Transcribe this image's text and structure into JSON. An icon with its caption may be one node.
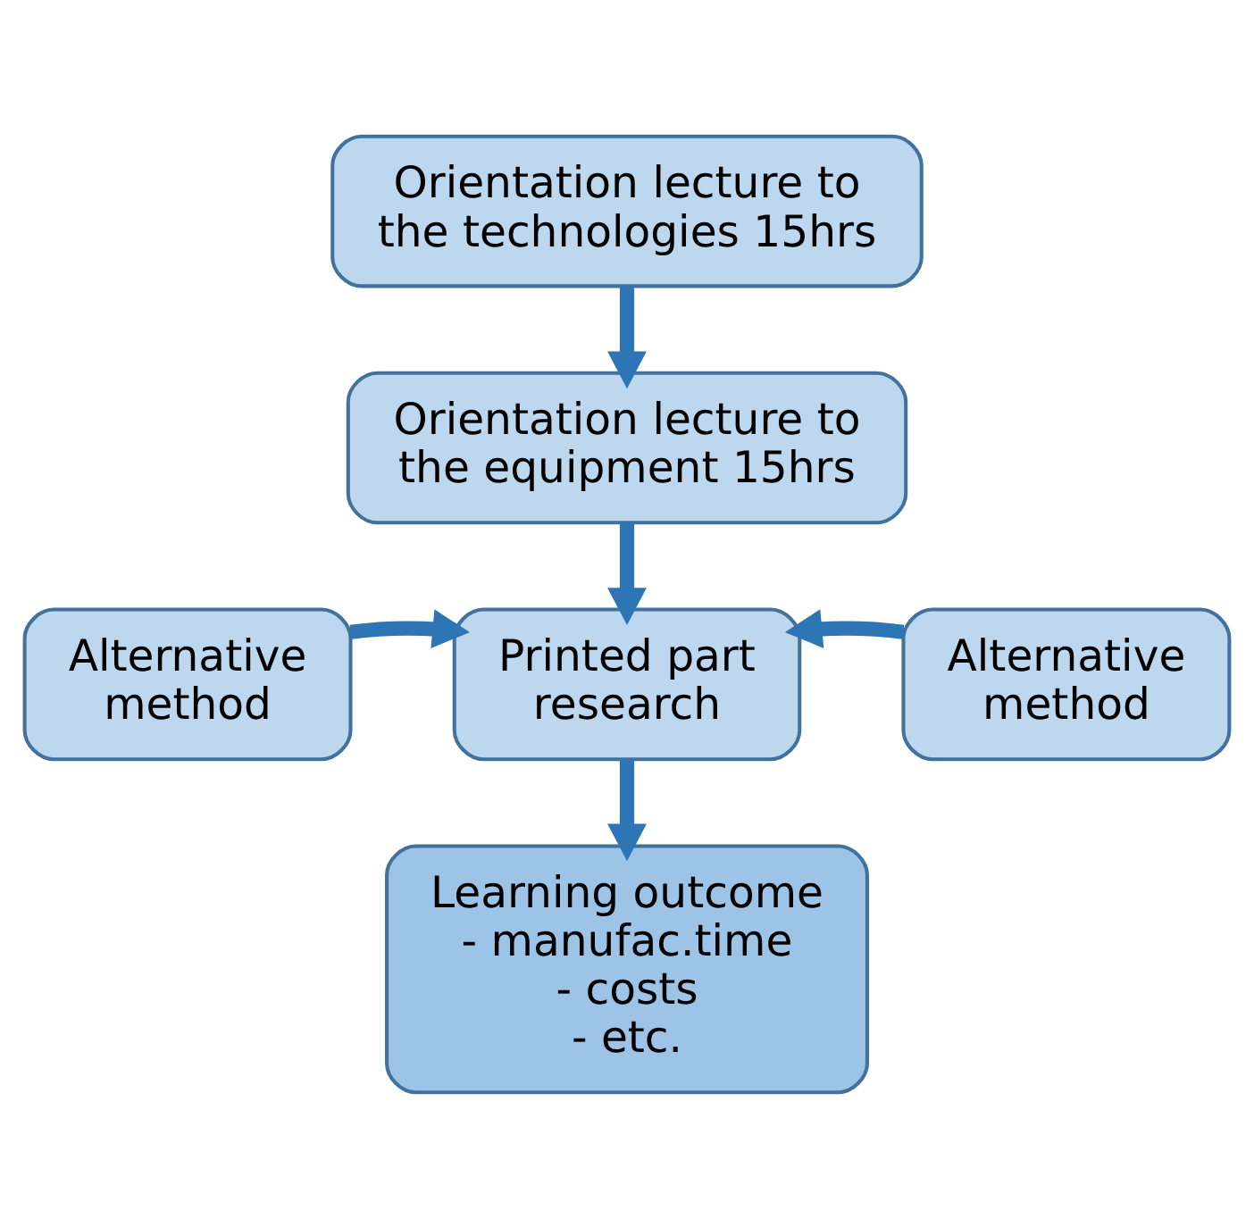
{
  "diagram": {
    "nodes": [
      {
        "text": [
          "Orientation lecture to the technologies 15hrs"
        ]
      },
      {
        "text": [
          "Orientation lecture to the equipment 15hrs"
        ]
      },
      {
        "text": [
          "Alternative method"
        ]
      },
      {
        "text": [
          "Printed part research"
        ]
      },
      {
        "text": [
          "Alternative method"
        ]
      },
      {
        "text": [
          "Learning outcome",
          "- manufac.time",
          "- costs",
          "- etc."
        ]
      }
    ],
    "edges": [
      {
        "from": 0,
        "to": 1,
        "arrow": "to"
      },
      {
        "from": 1,
        "to": 3,
        "arrow": "to"
      },
      {
        "from": 2,
        "to": 3,
        "arrow": "to"
      },
      {
        "from": 4,
        "to": 3,
        "arrow": "to"
      },
      {
        "from": 3,
        "to": 5,
        "arrow": "to"
      }
    ]
  }
}
